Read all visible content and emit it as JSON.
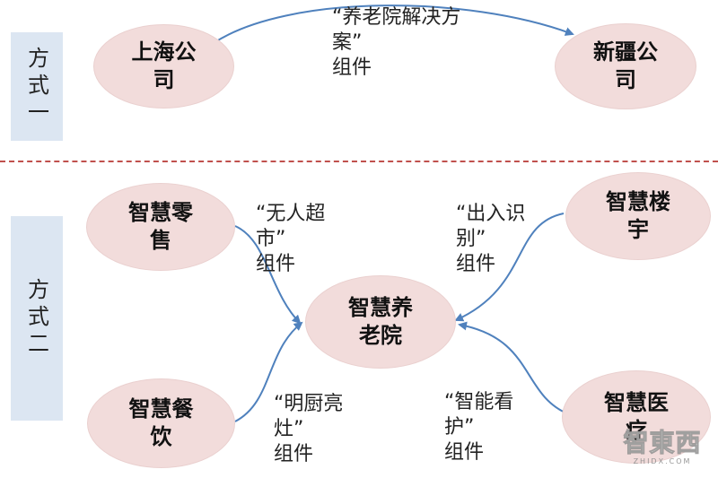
{
  "modes": {
    "mode_one": "方式一",
    "mode_two": "方式二"
  },
  "nodes": {
    "shanghai": "上海公\n司",
    "xinjiang": "新疆公\n司",
    "retail": "智慧零\n售",
    "building": "智慧楼\n宇",
    "eldercare": "智慧养\n老院",
    "dining": "智慧餐\n饮",
    "medical": "智慧医\n疗"
  },
  "edges": {
    "eldercare_solution": "“养老院解决方\n案”\n组件",
    "unmanned_supermarket": "“无人超\n市”\n组件",
    "access_recognition": "“出入识\n别”\n组件",
    "open_kitchen": "“明厨亮\n灶”\n组件",
    "smart_care": "“智能看\n护”\n组件"
  },
  "colors": {
    "node_fill": "#f2dcdb",
    "label_fill": "#dce6f2",
    "arrow": "#4f81bd",
    "divider": "#c0504d"
  },
  "watermark": {
    "main": "智東西",
    "sub": "ZHIDX.COM"
  }
}
